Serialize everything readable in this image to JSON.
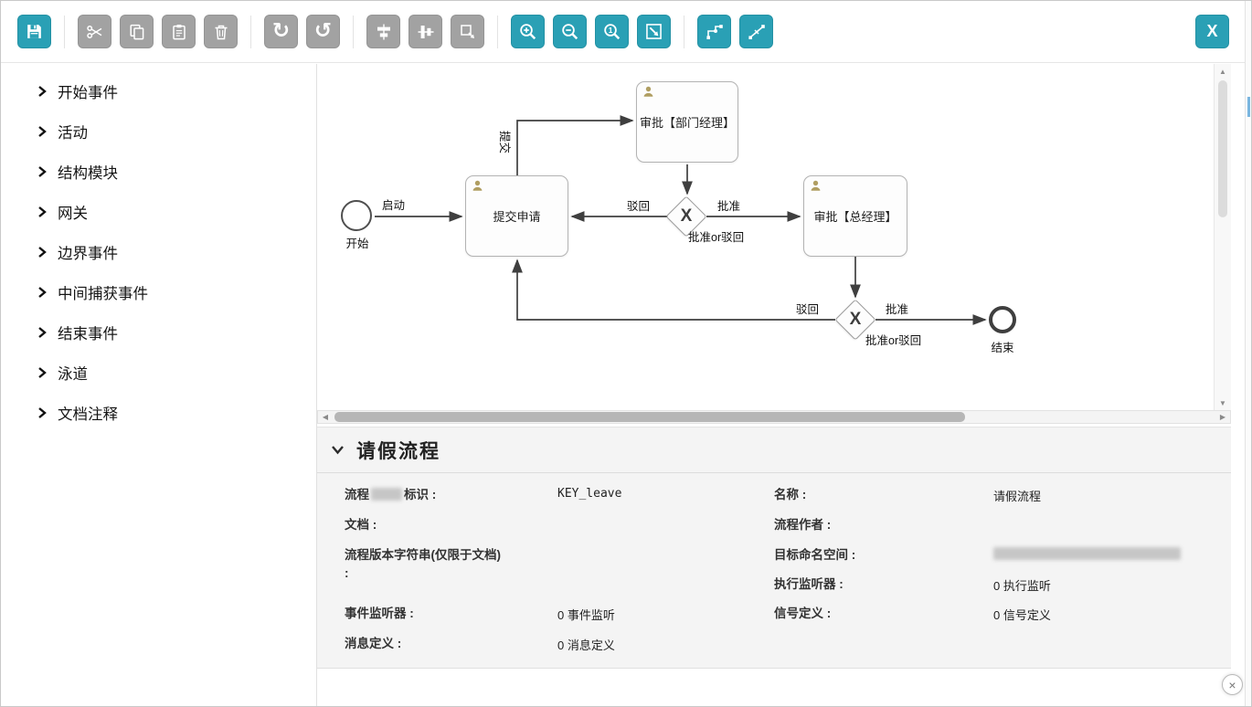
{
  "colors": {
    "accent": "#2aa0b5",
    "disabled": "#a2a2a2",
    "user_icon": "#b09e62"
  },
  "icons": {
    "redo": "↻",
    "undo": "↺",
    "zoom_actual_digit": "1",
    "scroll_left": "◀",
    "scroll_right": "▶",
    "scroll_up": "▲",
    "scroll_down": "▼"
  },
  "toolbar": {
    "close_button_label": "X",
    "buttons": [
      {
        "name": "save",
        "icon": "floppy-icon",
        "enabled": true
      },
      {
        "name": "cut",
        "icon": "scissors-icon",
        "enabled": false
      },
      {
        "name": "copy",
        "icon": "copy-icon",
        "enabled": false
      },
      {
        "name": "paste",
        "icon": "paste-icon",
        "enabled": false
      },
      {
        "name": "delete",
        "icon": "trash-icon",
        "enabled": false
      },
      {
        "name": "redo",
        "icon": "redo-arrow-icon",
        "enabled": false
      },
      {
        "name": "undo",
        "icon": "undo-arrow-icon",
        "enabled": false
      },
      {
        "name": "align-center",
        "icon": "align-center-icon",
        "enabled": false
      },
      {
        "name": "align-middle",
        "icon": "align-middle-icon",
        "enabled": false
      },
      {
        "name": "same-size",
        "icon": "same-size-icon",
        "enabled": false
      },
      {
        "name": "zoom-in",
        "icon": "zoom-in-icon",
        "enabled": true
      },
      {
        "name": "zoom-out",
        "icon": "zoom-out-icon",
        "enabled": true
      },
      {
        "name": "zoom-actual",
        "icon": "zoom-actual-icon",
        "enabled": true
      },
      {
        "name": "zoom-fit",
        "icon": "zoom-fit-icon",
        "enabled": true
      },
      {
        "name": "add-bendpoint",
        "icon": "bendpoint-add-icon",
        "enabled": true
      },
      {
        "name": "remove-bendpoint",
        "icon": "bendpoint-remove-icon",
        "enabled": true
      }
    ]
  },
  "palette": {
    "items": [
      {
        "label": "开始事件"
      },
      {
        "label": "活动"
      },
      {
        "label": "结构模块"
      },
      {
        "label": "网关"
      },
      {
        "label": "边界事件"
      },
      {
        "label": "中间捕获事件"
      },
      {
        "label": "结束事件"
      },
      {
        "label": "泳道"
      },
      {
        "label": "文档注释"
      }
    ]
  },
  "diagram": {
    "start_event": {
      "label": "开始"
    },
    "end_event": {
      "label": "结束"
    },
    "tasks": [
      {
        "label": "提交申请"
      },
      {
        "label": "审批【部门经理】"
      },
      {
        "label": "审批【总经理】"
      }
    ],
    "gateways": [
      {
        "symbol": "X",
        "label": "批准or驳回"
      },
      {
        "symbol": "X",
        "label": "批准or驳回"
      }
    ],
    "edge_labels": [
      {
        "label": "启动"
      },
      {
        "label": "提交"
      },
      {
        "label": "驳回"
      },
      {
        "label": "批准"
      },
      {
        "label": "驳回"
      },
      {
        "label": "批准"
      }
    ]
  },
  "properties": {
    "title": "请假流程",
    "fields": {
      "process_key": {
        "label_prefix": "流程",
        "label_redacted": true,
        "label_suffix": "标识 :",
        "value": "KEY_leave"
      },
      "name": {
        "label": "名称 :",
        "value": "请假流程"
      },
      "documentation": {
        "label": "文档 :",
        "value": ""
      },
      "author": {
        "label": "流程作者 :",
        "value": ""
      },
      "version_string": {
        "label": "流程版本字符串(仅限于文档) :",
        "value": ""
      },
      "namespace": {
        "label": "目标命名空间 :",
        "value_redacted": true
      },
      "execution_listeners": {
        "label": "执行监听器 :",
        "value": "0 执行监听"
      },
      "event_listeners": {
        "label": "事件监听器 :",
        "value": "0 事件监听"
      },
      "signal_definitions": {
        "label": "信号定义 :",
        "value": "0 信号定义"
      },
      "message_definitions": {
        "label": "消息定义 :",
        "value": "0 消息定义"
      }
    }
  },
  "overlay": {
    "dismiss_symbol": "×"
  }
}
